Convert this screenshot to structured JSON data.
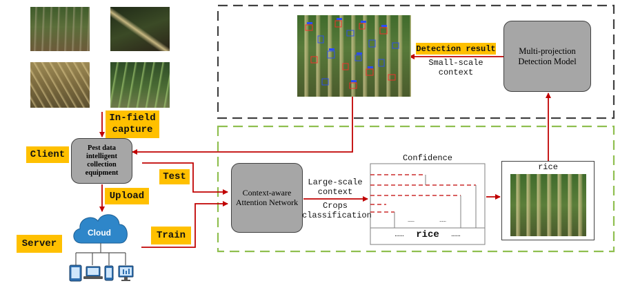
{
  "labels": {
    "in_field": "In-field",
    "capture": "capture",
    "client": "Client",
    "test": "Test",
    "upload": "Upload",
    "server": "Server",
    "train": "Train",
    "detection_result": "Detection result",
    "small_scale_1": "Small-scale",
    "small_scale_2": "context",
    "large_scale_1": "Large-scale",
    "large_scale_2": "context",
    "crops_1": "Crops",
    "crops_2": "classification",
    "confidence": "Confidence",
    "rice_panel": "rice",
    "rice_bar": "rice",
    "dots_left": "……",
    "dots_right": "……",
    "dots_small_1": "……",
    "dots_small_2": "……"
  },
  "boxes": {
    "pest_equipment": "Pest data intelligent collection equipment",
    "context_network": "Context-aware Attention Network",
    "multi_projection": "Multi-projection Detection Model"
  },
  "cloud_label": "Cloud",
  "colors": {
    "arrow": "#c00000",
    "tag_fill": "#ffc000",
    "box_fill": "#a6a6a6",
    "top_frame": "#404040",
    "bottom_frame": "#8fbf4f"
  },
  "icons": [
    "pest-photo-icon",
    "cloud-icon",
    "tablet-icon",
    "laptop-icon",
    "phone-icon",
    "desktop-monitor-icon"
  ]
}
